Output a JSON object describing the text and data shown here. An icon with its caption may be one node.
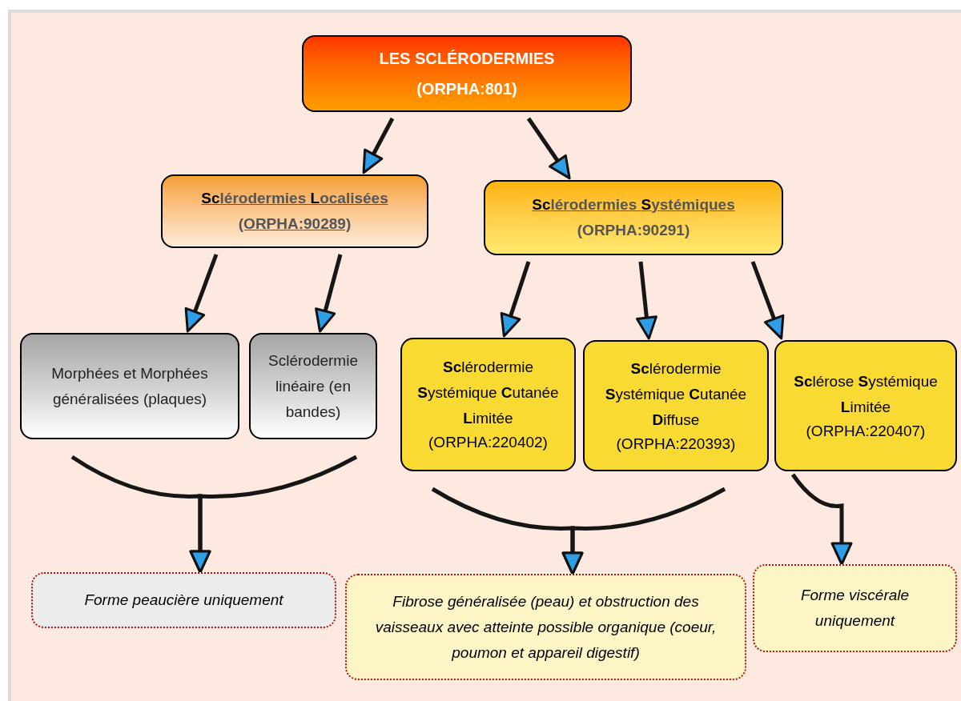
{
  "diagram": {
    "nodes": [
      {
        "text": [
          "LES SCLÉRODERMIES",
          "(ORPHA:801)"
        ]
      },
      {
        "text": [
          "**Sc**lérodermies **L**ocalisées",
          "(ORPHA:90289)"
        ]
      },
      {
        "text": [
          "**Sc**lérodermies **S**ystémiques",
          "(ORPHA:90291)"
        ]
      },
      {
        "text": [
          "Morphées et Morphées généralisées (plaques)"
        ]
      },
      {
        "text": [
          "Sclérodermie linéaire (en bandes)"
        ]
      },
      {
        "text": [
          "**Sc**lérodermie **S**ystémique **C**utanée **L**imitée",
          "(ORPHA:220402)"
        ]
      },
      {
        "text": [
          "**Sc**lérodermie **S**ystémique **C**utanée **D**iffuse",
          "(ORPHA:220393)"
        ]
      },
      {
        "text": [
          "**Sc**lérose **S**ystémique **L**imitée",
          "(ORPHA:220407)"
        ]
      },
      {
        "text": [
          "Forme peaucière uniquement"
        ]
      },
      {
        "text": [
          "Fibrose généralisée (peau) et obstruction des vaisseaux avec atteinte possible organique (coeur, poumon et appareil digestif)"
        ]
      },
      {
        "text": [
          "Forme viscérale uniquement"
        ]
      }
    ],
    "edges": [
      {
        "from": 0,
        "to": 1,
        "arrow": "to"
      },
      {
        "from": 0,
        "to": 2,
        "arrow": "to"
      },
      {
        "from": 1,
        "to": 3,
        "arrow": "to"
      },
      {
        "from": 1,
        "to": 4,
        "arrow": "to"
      },
      {
        "from": 2,
        "to": 5,
        "arrow": "to"
      },
      {
        "from": 2,
        "to": 6,
        "arrow": "to"
      },
      {
        "from": 2,
        "to": 7,
        "arrow": "to"
      },
      {
        "from": 3,
        "to": 8,
        "arrow": "to"
      },
      {
        "from": 4,
        "to": 8,
        "arrow": "to"
      },
      {
        "from": 5,
        "to": 9,
        "arrow": "to"
      },
      {
        "from": 6,
        "to": 9,
        "arrow": "to"
      },
      {
        "from": 7,
        "to": 10,
        "arrow": "to"
      }
    ]
  }
}
